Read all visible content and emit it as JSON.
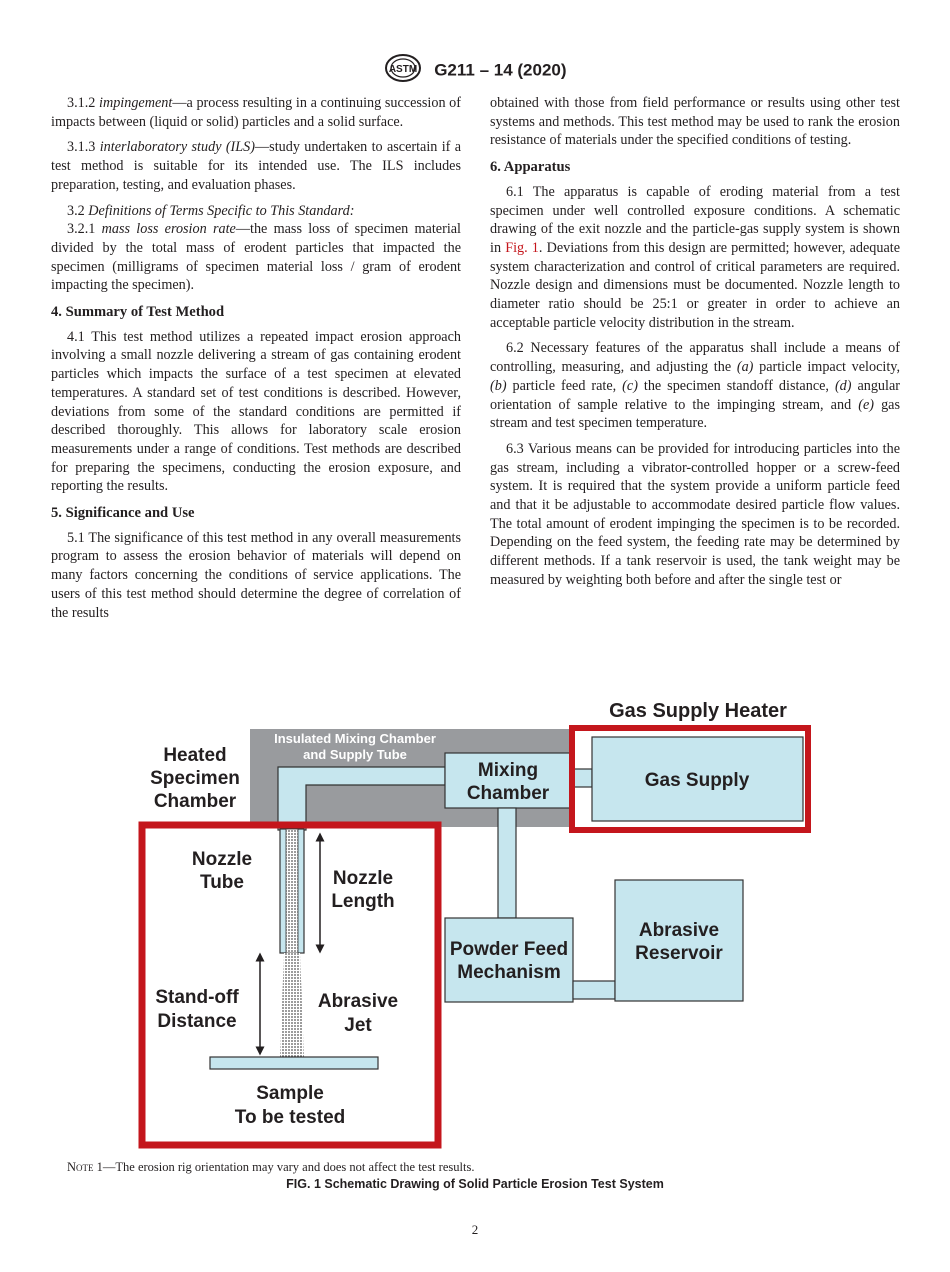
{
  "header": {
    "logo_text": "ASTM",
    "designation": "G211 – 14 (2020)"
  },
  "left": {
    "p312_num": "3.1.2",
    "p312_term": "impingement",
    "p312_text": "—a process resulting in a continuing succession of impacts between (liquid or solid) particles and a solid surface.",
    "p313_num": "3.1.3",
    "p313_term": "interlaboratory study (ILS)",
    "p313_text": "—study undertaken to ascertain if a test method is suitable for its intended use. The ILS includes preparation, testing, and evaluation phases.",
    "p32_num": "3.2",
    "p32_term": "Definitions of Terms Specific to This Standard:",
    "p321_num": "3.2.1",
    "p321_term": "mass loss erosion rate",
    "p321_text": "—the mass loss of specimen material divided by the total mass of erodent particles that impacted the specimen (milligrams of specimen material loss / gram of erodent impacting the specimen).",
    "h4": "4. Summary of Test Method",
    "p41": "4.1 This test method utilizes a repeated impact erosion approach involving a small nozzle delivering a stream of gas containing erodent particles which impacts the surface of a test specimen at elevated temperatures. A standard set of test conditions is described. However, deviations from some of the standard conditions are permitted if described thoroughly. This allows for laboratory scale erosion measurements under a range of conditions. Test methods are described for preparing the specimens, conducting the erosion exposure, and reporting the results.",
    "h5": "5. Significance and Use",
    "p51": "5.1 The significance of this test method in any overall measurements program to assess the erosion behavior of materials will depend on many factors concerning the conditions of service applications. The users of this test method should determine the degree of correlation of the results"
  },
  "right": {
    "p51cont": "obtained with those from field performance or results using other test systems and methods. This test method may be used to rank the erosion resistance of materials under the specified conditions of testing.",
    "h6": "6. Apparatus",
    "p61a": "6.1 The apparatus is capable of eroding material from a test specimen under well controlled exposure conditions. A schematic drawing of the exit nozzle and the particle-gas supply system is shown in ",
    "p61link": "Fig. 1",
    "p61b": ". Deviations from this design are permitted; however, adequate system characterization and control of critical parameters are required. Nozzle design and dimensions must be documented. Nozzle length to diameter ratio should be 25:1 or greater in order to achieve an acceptable particle velocity distribution in the stream.",
    "p62_1": "6.2 Necessary features of the apparatus shall include a means of controlling, measuring, and adjusting the ",
    "p62_a": "(a)",
    "p62_2": " particle impact velocity, ",
    "p62_b": "(b)",
    "p62_3": " particle feed rate, ",
    "p62_c": "(c)",
    "p62_4": " the specimen standoff distance, ",
    "p62_d": "(d)",
    "p62_5": " angular orientation of sample relative to the impinging stream, and ",
    "p62_e": "(e)",
    "p62_6": " gas stream and test specimen temperature.",
    "p63": "6.3 Various means can be provided for introducing particles into the gas stream, including a vibrator-controlled hopper or a screw-feed system. It is required that the system provide a uniform particle feed and that it be adjustable to accommodate desired particle flow values. The total amount of erodent impinging the specimen is to be recorded. Depending on the feed system, the feeding rate may be determined by different methods. If a tank reservoir is used, the tank weight may be measured by weighting both before and after the single test or"
  },
  "figure": {
    "gas_supply_heater": "Gas Supply Heater",
    "insulated_1": "Insulated Mixing Chamber",
    "insulated_2": "and Supply Tube",
    "heated_1": "Heated",
    "heated_2": "Specimen",
    "heated_3": "Chamber",
    "mixing_1": "Mixing",
    "mixing_2": "Chamber",
    "gas_supply": "Gas Supply",
    "nozzle_tube_1": "Nozzle",
    "nozzle_tube_2": "Tube",
    "nozzle_length_1": "Nozzle",
    "nozzle_length_2": "Length",
    "powder_1": "Powder Feed",
    "powder_2": "Mechanism",
    "abrasive_res_1": "Abrasive",
    "abrasive_res_2": "Reservoir",
    "standoff_1": "Stand-off",
    "standoff_2": "Distance",
    "abrasive_jet_1": "Abrasive",
    "abrasive_jet_2": "Jet",
    "sample_1": "Sample",
    "sample_2": "To be tested",
    "colors": {
      "red": "#c4161c",
      "blue_fill": "#c6e6ee",
      "gray": "#999b9e",
      "outline": "#333333"
    }
  },
  "note": {
    "label": "Note 1",
    "text": "—The erosion rig orientation may vary and does not affect the test results."
  },
  "caption": "FIG. 1 Schematic Drawing of Solid Particle Erosion Test System",
  "page_number": "2"
}
